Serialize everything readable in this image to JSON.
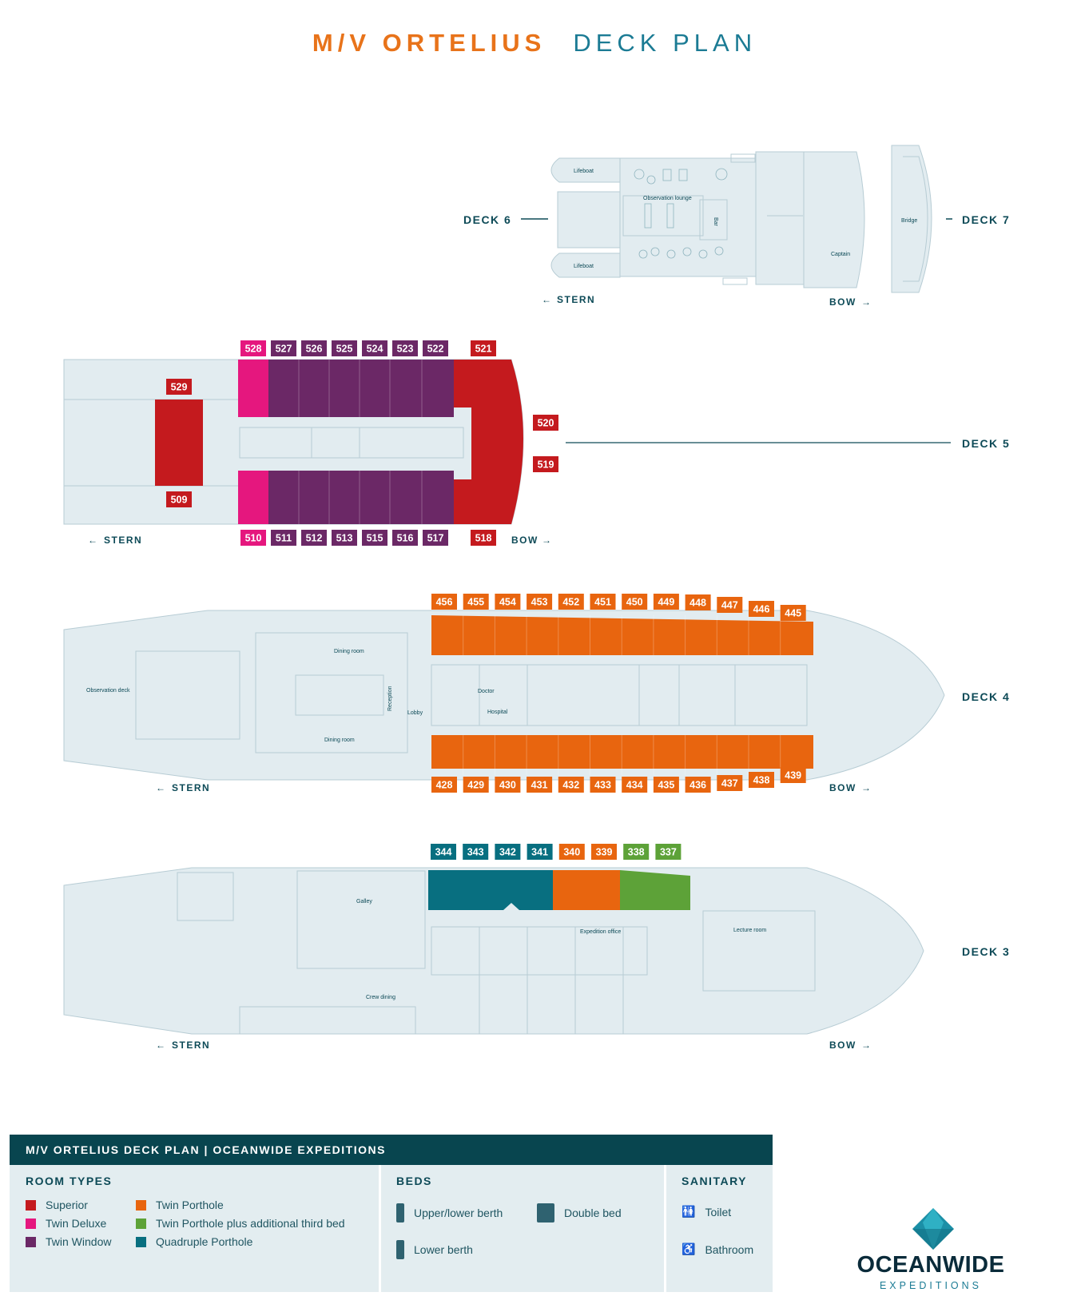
{
  "title": {
    "ship": "M/V ORTELIUS",
    "plan": "DECK PLAN"
  },
  "decks": {
    "deck6": "DECK 6",
    "deck7": "DECK 7",
    "deck5": "DECK 5",
    "deck4": "DECK 4",
    "deck3": "DECK 3"
  },
  "directions": {
    "stern": "STERN",
    "bow": "BOW"
  },
  "rooms": {
    "lifeboat": "Lifeboat",
    "observation_lounge": "Observation lounge",
    "bar": "Bar",
    "captain": "Captain",
    "bridge": "Bridge",
    "observation_deck": "Observation deck",
    "dining_room": "Dining room",
    "reception": "Reception",
    "lobby": "Lobby",
    "doctor": "Doctor",
    "hospital": "Hospital",
    "galley": "Galley",
    "expedition_office": "Expedition office",
    "lecture_room": "Lecture room",
    "crew_dining": "Crew dining"
  },
  "colors": {
    "superior": "#c41a1e",
    "twin_deluxe": "#e5177e",
    "twin_window": "#6b2866",
    "twin_porthole": "#e8650f",
    "twin_porthole_third": "#5da238",
    "quadruple": "#086f80",
    "hull": "#e2ecf0",
    "hull_line": "#b7ccd4",
    "teal_dark": "#08454f"
  },
  "cabins": {
    "deck5_top": [
      {
        "n": "528",
        "t": "twin_deluxe"
      },
      {
        "n": "527",
        "t": "twin_window"
      },
      {
        "n": "526",
        "t": "twin_window"
      },
      {
        "n": "525",
        "t": "twin_window"
      },
      {
        "n": "524",
        "t": "twin_window"
      },
      {
        "n": "523",
        "t": "twin_window"
      },
      {
        "n": "522",
        "t": "twin_window"
      },
      {
        "n": "521",
        "t": "superior"
      }
    ],
    "deck5_bottom": [
      {
        "n": "510",
        "t": "twin_deluxe"
      },
      {
        "n": "511",
        "t": "twin_window"
      },
      {
        "n": "512",
        "t": "twin_window"
      },
      {
        "n": "513",
        "t": "twin_window"
      },
      {
        "n": "515",
        "t": "twin_window"
      },
      {
        "n": "516",
        "t": "twin_window"
      },
      {
        "n": "517",
        "t": "twin_window"
      },
      {
        "n": "518",
        "t": "superior"
      }
    ],
    "deck5_other": [
      {
        "n": "529",
        "t": "superior"
      },
      {
        "n": "509",
        "t": "superior"
      },
      {
        "n": "520",
        "t": "superior"
      },
      {
        "n": "519",
        "t": "superior"
      }
    ],
    "deck4_top": [
      "456",
      "455",
      "454",
      "453",
      "452",
      "451",
      "450",
      "449",
      "448",
      "447",
      "446",
      "445"
    ],
    "deck4_bottom": [
      "428",
      "429",
      "430",
      "431",
      "432",
      "433",
      "434",
      "435",
      "436",
      "437",
      "438",
      "439"
    ],
    "deck3": [
      {
        "n": "344",
        "t": "quadruple"
      },
      {
        "n": "343",
        "t": "quadruple"
      },
      {
        "n": "342",
        "t": "quadruple"
      },
      {
        "n": "341",
        "t": "quadruple"
      },
      {
        "n": "340",
        "t": "twin_porthole"
      },
      {
        "n": "339",
        "t": "twin_porthole"
      },
      {
        "n": "338",
        "t": "twin_porthole_third"
      },
      {
        "n": "337",
        "t": "twin_porthole_third"
      }
    ]
  },
  "legend": {
    "header": "M/V ORTELIUS DECK PLAN  |  OCEANWIDE EXPEDITIONS",
    "room_types_title": "ROOM TYPES",
    "room_types": [
      {
        "label": "Superior",
        "color": "#c41a1e"
      },
      {
        "label": "Twin Deluxe",
        "color": "#e5177e"
      },
      {
        "label": "Twin Window",
        "color": "#6b2866"
      },
      {
        "label": "Twin Porthole",
        "color": "#e8650f"
      },
      {
        "label": "Twin Porthole plus additional third bed",
        "color": "#5da238"
      },
      {
        "label": "Quadruple Porthole",
        "color": "#086f80"
      }
    ],
    "beds_title": "BEDS",
    "beds": {
      "upper_lower": "Upper/lower berth",
      "double": "Double bed",
      "lower": "Lower berth"
    },
    "sanitary_title": "SANITARY",
    "sanitary": {
      "toilet": "Toilet",
      "bathroom": "Bathroom"
    }
  },
  "logo": {
    "name": "OCEANWIDE",
    "sub": "EXPEDITIONS"
  }
}
